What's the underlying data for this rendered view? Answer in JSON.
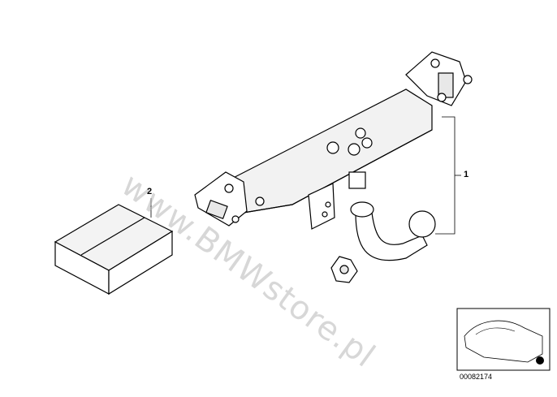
{
  "callouts": [
    {
      "id": "1",
      "label": "1"
    },
    {
      "id": "2",
      "label": "2"
    }
  ],
  "watermark": "www.BMWstore.pl",
  "reference_number": "00082174",
  "colors": {
    "line": "#000000",
    "shade": "#e8e8e8",
    "watermark": "#b8b8b8"
  }
}
